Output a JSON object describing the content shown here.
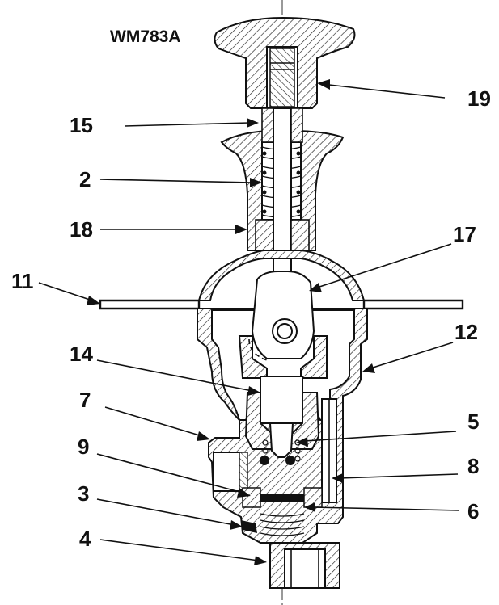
{
  "diagram": {
    "reference_code": "WM783A",
    "callouts": [
      {
        "id": "19",
        "label": "19"
      },
      {
        "id": "15",
        "label": "15"
      },
      {
        "id": "2",
        "label": "2"
      },
      {
        "id": "18",
        "label": "18"
      },
      {
        "id": "17",
        "label": "17"
      },
      {
        "id": "11",
        "label": "11"
      },
      {
        "id": "12",
        "label": "12"
      },
      {
        "id": "14",
        "label": "14"
      },
      {
        "id": "7",
        "label": "7"
      },
      {
        "id": "5",
        "label": "5"
      },
      {
        "id": "9",
        "label": "9"
      },
      {
        "id": "8",
        "label": "8"
      },
      {
        "id": "3",
        "label": "3"
      },
      {
        "id": "6",
        "label": "6"
      },
      {
        "id": "4",
        "label": "4"
      }
    ]
  }
}
